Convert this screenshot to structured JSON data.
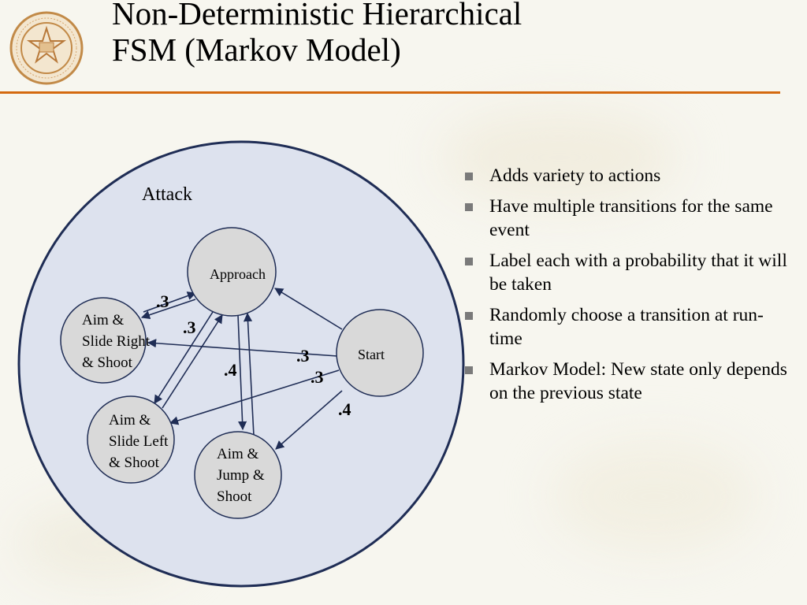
{
  "slide": {
    "title_line1": "Non-Deterministic Hierarchical",
    "title_line2": "FSM (Markov Model)",
    "accent_color": "#d4690f",
    "logo_icon": "university-of-texas-at-austin-seal-icon"
  },
  "diagram": {
    "superstate_label": "Attack",
    "superstate_fill": "#dde2ee",
    "superstate_stroke": "#1f2d55",
    "state_fill": "#d9d9d9",
    "states": {
      "approach": "Approach",
      "start": "Start",
      "slide_right_l1": "Aim &",
      "slide_right_l2": "Slide Right",
      "slide_right_l3": "& Shoot",
      "slide_left_l1": "Aim &",
      "slide_left_l2": "Slide Left",
      "slide_left_l3": "& Shoot",
      "jump_l1": "Aim &",
      "jump_l2": "Jump &",
      "jump_l3": "Shoot"
    },
    "probabilities": {
      "approach_to_right": ".3",
      "approach_to_left": ".3",
      "approach_to_jump": ".4",
      "start_to_right": ".3",
      "start_to_left": ".3",
      "start_to_jump": ".4"
    }
  },
  "bullets": [
    "Adds variety to actions",
    "Have multiple transitions for the same event",
    "Label each with a probability that it will be taken",
    "Randomly choose a transition at run-time",
    "Markov Model: New state only depends on the previous state"
  ]
}
